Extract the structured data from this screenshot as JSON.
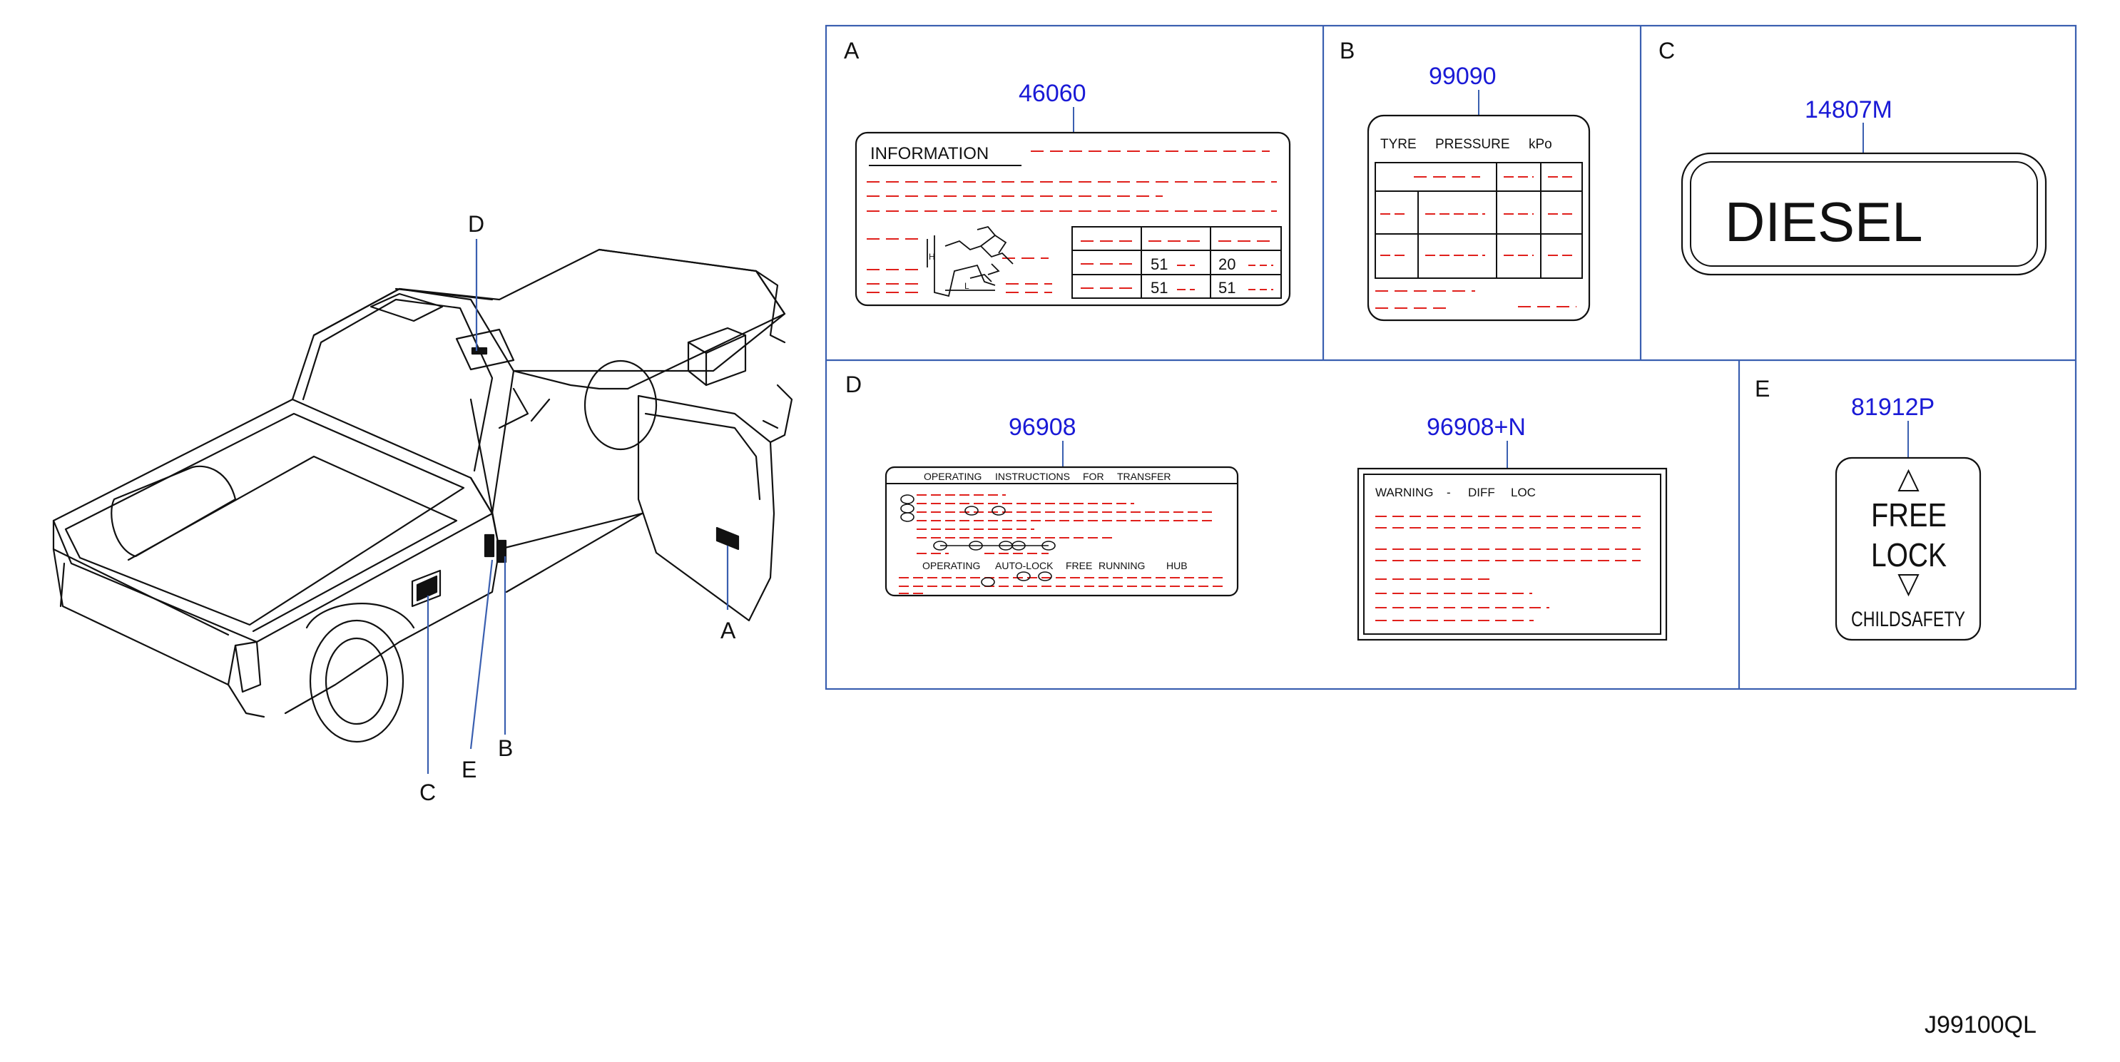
{
  "colors": {
    "line": "#111111",
    "accent_blue": "#1a1ad6",
    "dash_red": "#e0201c",
    "panel_border": "#3a5fb0"
  },
  "callouts": {
    "a": "A",
    "b": "B",
    "c": "C",
    "d": "D",
    "e": "E"
  },
  "panels": {
    "a": {
      "letter": "A",
      "part": "46060",
      "title": "INFORMATION",
      "cells": [
        "51",
        "20",
        "51",
        "51"
      ],
      "dim_h": "H",
      "dim_l": "L"
    },
    "b": {
      "letter": "B",
      "part": "99090",
      "header": [
        "TYRE",
        "PRESSURE",
        "kPo"
      ]
    },
    "c": {
      "letter": "C",
      "part": "14807M",
      "text": "DIESEL"
    },
    "d": {
      "letter": "D",
      "part1": "96908",
      "header1": [
        "OPERATING",
        "INSTRUCTIONS",
        "FOR",
        "TRANSFER"
      ],
      "header2": [
        "OPERATING",
        "AUTO-LOCK",
        "FREE",
        "RUNNING",
        "HUB"
      ],
      "part2": "96908+N",
      "warning": [
        "WARNING",
        "-",
        "DIFF",
        "LOC"
      ]
    },
    "e": {
      "letter": "E",
      "part": "81912P",
      "line1": "FREE",
      "line2": "LOCK",
      "line3": "CHILDSAFETY"
    }
  },
  "diagram_code": "J99100QL"
}
